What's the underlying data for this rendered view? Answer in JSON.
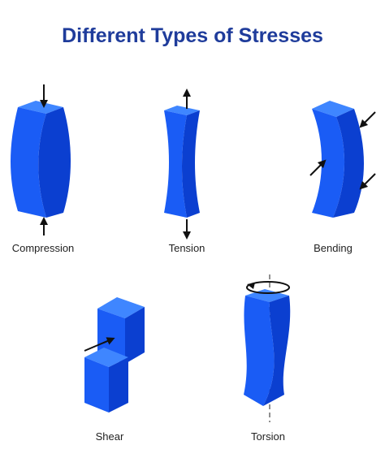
{
  "title": "Different Types of Stresses",
  "colors": {
    "title": "#1f3c9b",
    "front": "#1a5cf5",
    "side": "#0b3fd0",
    "top": "#3f86ff",
    "arrow": "#111111"
  },
  "figures": [
    {
      "label": "Compression",
      "icon": "compression-block-icon"
    },
    {
      "label": "Tension",
      "icon": "tension-block-icon"
    },
    {
      "label": "Bending",
      "icon": "bending-block-icon"
    },
    {
      "label": "Shear",
      "icon": "shear-block-icon"
    },
    {
      "label": "Torsion",
      "icon": "torsion-block-icon"
    }
  ]
}
